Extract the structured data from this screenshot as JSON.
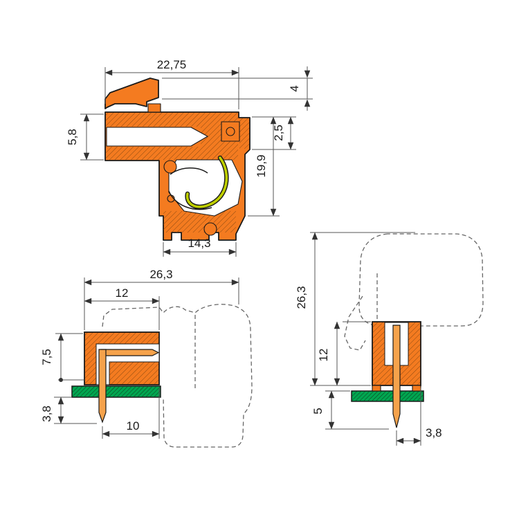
{
  "drawing": {
    "colors": {
      "housing": "#f47b20",
      "pin": "#f5a24b",
      "board": "#00a650",
      "spring": "#bfcf00",
      "outline": "#1a1a1a",
      "dimension_lines": "#555555",
      "background": "#ffffff"
    },
    "views": {
      "side": {
        "dims": {
          "overall_width": "22,75",
          "entry_height": "5,8",
          "latch_height": "4",
          "step_height": "2,5",
          "body_height": "19,9",
          "bottom_width": "14,3"
        }
      },
      "mounted_side": {
        "dims": {
          "overall_depth": "26,3",
          "header_depth": "12",
          "height_above_board": "7,5",
          "pin_below_board": "3,8",
          "pin_to_face": "10"
        }
      },
      "mounted_front": {
        "dims": {
          "overall_height": "26,3",
          "header_height": "12",
          "pin_below_board": "5",
          "pin_to_edge": "3,8"
        }
      }
    }
  }
}
